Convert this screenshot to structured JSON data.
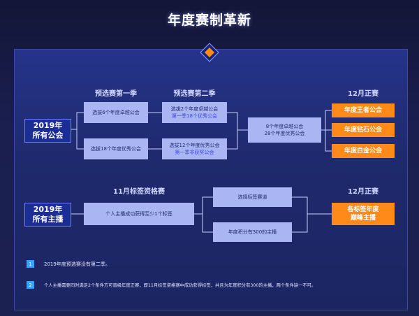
{
  "title": "年度赛制革新",
  "section1": {
    "headers": {
      "pre1": "预选赛第一季",
      "pre2": "预选赛第二季",
      "final": "12月正赛"
    },
    "source": {
      "line1": "2019年",
      "line2": "所有公会"
    },
    "pre1_boxes": [
      "选拔6个年度卓越公会",
      "选拔18个年度优秀公会"
    ],
    "pre2_boxes": [
      {
        "line1": "选拔2个年度卓越公会",
        "line2": "第一季18个优秀公会"
      },
      {
        "line1": "选拔12个年度优秀公会",
        "line2": "第一季非获奖公会"
      }
    ],
    "merge_box": {
      "line1": "8个年度卓越公会",
      "line2": "28个年度优秀公会"
    },
    "finals": [
      "年度王者公会",
      "年度钻石公会",
      "年度白金公会"
    ]
  },
  "section2": {
    "headers": {
      "qual": "11月标签资格赛",
      "final": "12月正赛"
    },
    "source": {
      "line1": "2019年",
      "line2": "所有主播"
    },
    "condition_box": "个人主播成功获得至少1个标签",
    "paths": [
      "选择标签赛道",
      "年度积分有300的主播"
    ],
    "final": {
      "line1": "各标签年度",
      "line2": "巅峰主播"
    }
  },
  "notes": [
    {
      "num": "1",
      "text": "2019年度预选赛没有第二季。"
    },
    {
      "num": "2",
      "text": "个人主播需要同时满足2个条件方可晋级年度正赛，即11月标签资格赛中成功获得标签，并且为年度积分有300的主播，两个条件缺一不可。"
    }
  ],
  "colors": {
    "accent": "#ff8a1a",
    "source": "#1c2d96",
    "box": "#aab6f3",
    "panel": "#1f2b6b"
  }
}
